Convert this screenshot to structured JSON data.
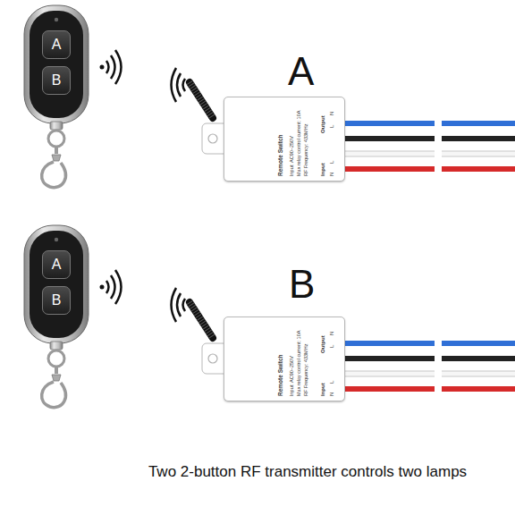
{
  "diagram": {
    "caption": "Two 2-button RF transmitter controls two lamps",
    "nodes": [
      {
        "text": [
          "A"
        ]
      },
      {
        "text": [
          "B"
        ]
      },
      {
        "text": [
          "Remote Switch",
          "Input: AC90~250V",
          "Max relay control current: 10A",
          "RF Frequency: 433MHz",
          "Output",
          "N",
          "L",
          "Input",
          "L",
          "N"
        ]
      },
      {
        "text": [
          "A"
        ]
      },
      {
        "text": [
          "B"
        ]
      },
      {
        "text": [
          "Remote Switch",
          "Input: AC90~250V",
          "Max relay control current: 10A",
          "RF Frequency: 433MHz",
          "Output",
          "N",
          "L",
          "Input",
          "L",
          "N"
        ]
      }
    ],
    "labels": [
      "A",
      "B"
    ]
  }
}
